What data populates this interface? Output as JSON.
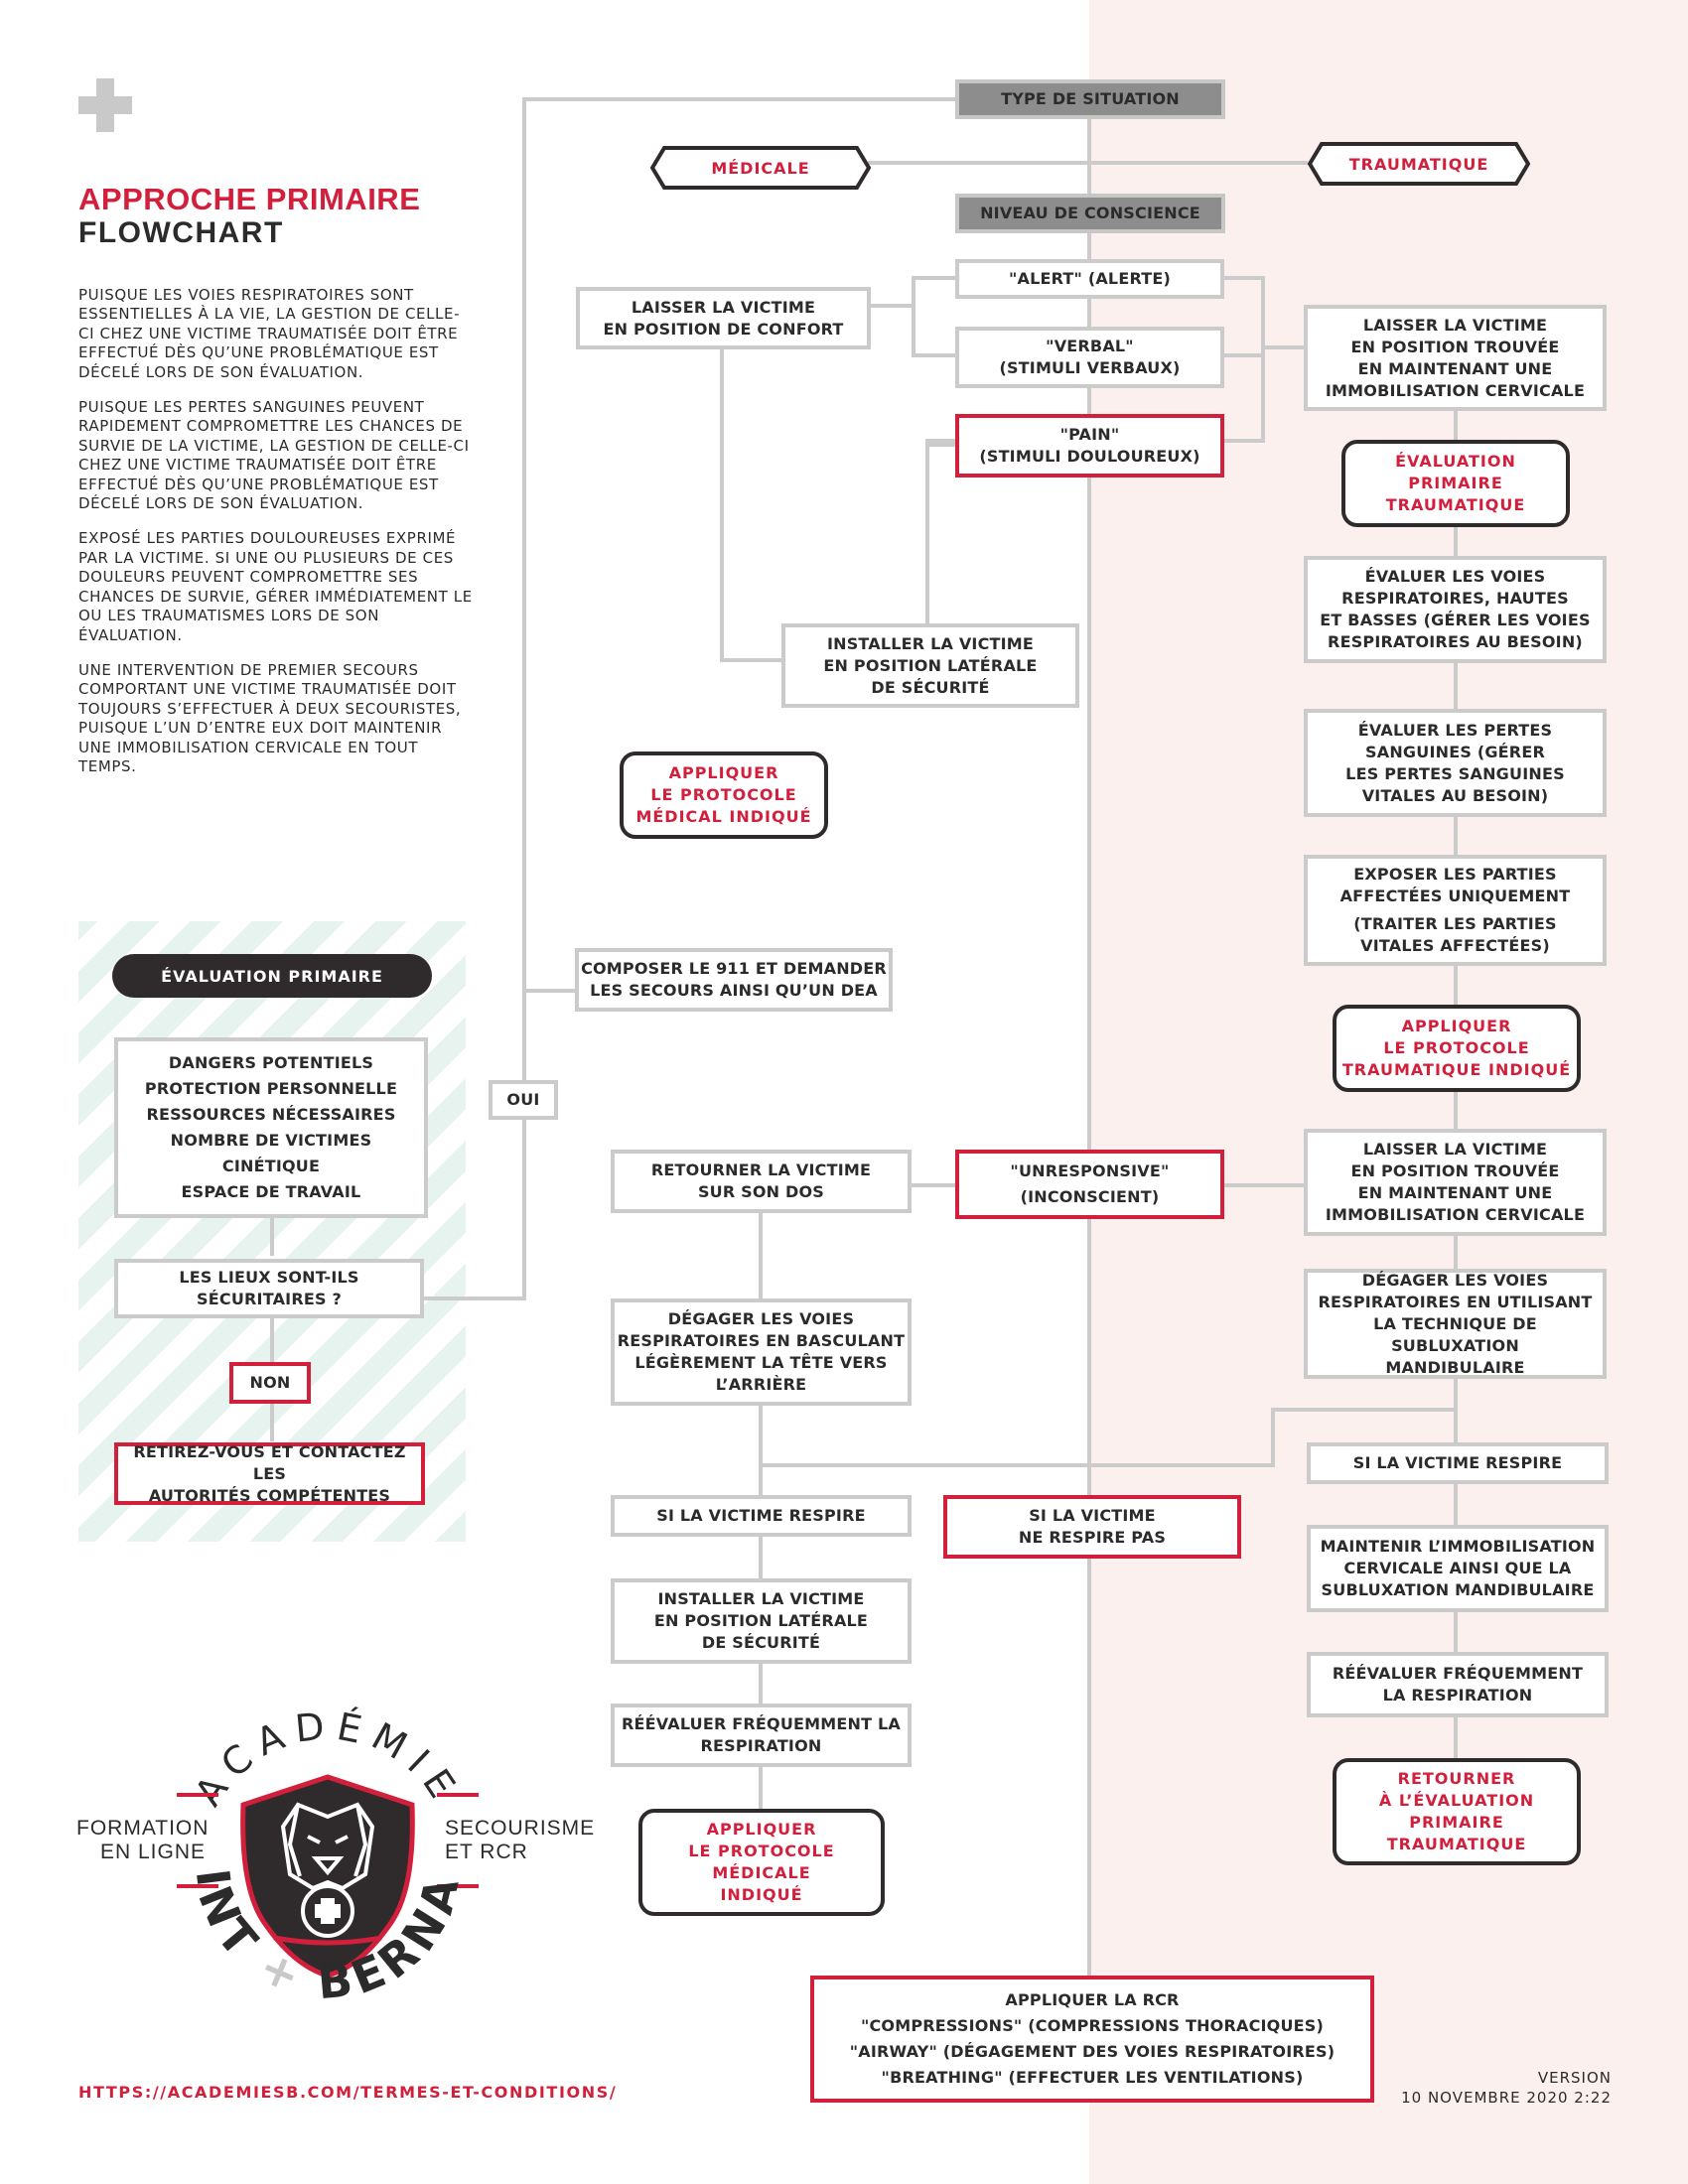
{
  "header": {
    "title_line1": "APPROCHE PRIMAIRE",
    "title_line2": "FLOWCHART"
  },
  "intro": {
    "paragraphs": [
      "PUISQUE LES VOIES RESPIRATOIRES SONT ESSENTIELLES À LA VIE, LA GESTION DE CELLE-CI CHEZ UNE VICTIME TRAUMATISÉE DOIT ÊTRE EFFECTUÉ DÈS QU’UNE PROBLÉMATIQUE EST DÉCELÉ LORS DE SON ÉVALUATION.",
      "PUISQUE LES PERTES SANGUINES PEUVENT RAPIDEMENT COMPROMETTRE LES CHANCES DE SURVIE DE LA VICTIME, LA GESTION DE CELLE-CI CHEZ UNE VICTIME TRAUMATISÉE DOIT ÊTRE EFFECTUÉ DÈS QU’UNE PROBLÉMATIQUE EST DÉCELÉ LORS DE SON ÉVALUATION.",
      "EXPOSÉ LES PARTIES DOULOUREUSES EXPRIMÉ PAR LA VICTIME. SI UNE OU PLUSIEURS DE CES DOULEURS PEUVENT COMPROMETTRE SES CHANCES DE SURVIE, GÉRER IMMÉDIATEMENT LE OU LES TRAUMATISMES LORS DE SON ÉVALUATION.",
      "UNE INTERVENTION DE PREMIER SECOURS COMPORTANT UNE VICTIME TRAUMATISÉE DOIT TOUJOURS S’EFFECTUER À DEUX SECOURISTES, PUISQUE L’UN D’ENTRE EUX DOIT MAINTENIR UNE IMMOBILISATION CERVICALE EN TOUT TEMPS."
    ]
  },
  "primary_eval": {
    "pill": "ÉVALUATION PRIMAIRE",
    "checklist": [
      "DANGERS POTENTIELS",
      "PROTECTION PERSONNELLE",
      "RESSOURCES NÉCESSAIRES",
      "NOMBRE DE VICTIMES",
      "CINÉTIQUE",
      "ESPACE DE TRAVAIL"
    ],
    "question": [
      "LES LIEUX SONT-ILS",
      "SÉCURITAIRES ?"
    ],
    "yes": "OUI",
    "no": "NON",
    "no_action": [
      "RETIREZ-VOUS ET CONTACTEZ LES",
      "AUTORITÉS COMPÉTENTES"
    ]
  },
  "top": {
    "situation": "TYPE DE SITUATION",
    "medical": "MÉDICALE",
    "trauma": "TRAUMATIQUE",
    "conscience": "NIVEAU DE CONSCIENCE",
    "alert": "\"ALERT\" (ALERTE)",
    "verbal": [
      "\"VERBAL\"",
      "(STIMULI VERBAUX)"
    ],
    "pain": [
      "\"PAIN\"",
      "(STIMULI DOULOUREUX)"
    ],
    "unresponsive": [
      "\"UNRESPONSIVE\"",
      "(INCONSCIENT)"
    ]
  },
  "medical_branch": {
    "comfort": [
      "LAISSER LA VICTIME",
      "EN POSITION DE CONFORT"
    ],
    "lateral": [
      "INSTALLER LA VICTIME",
      "EN POSITION LATÉRALE",
      "DE SÉCURITÉ"
    ],
    "protocol": [
      "APPLIQUER",
      "LE PROTOCOLE",
      "MÉDICAL INDIQUÉ"
    ],
    "call911": [
      "COMPOSER LE 911 ET DEMANDER",
      "LES SECOURS AINSI QU’UN DEA"
    ]
  },
  "unresp_medical": {
    "back": [
      "RETOURNER LA VICTIME",
      "SUR SON DOS"
    ],
    "airway": [
      "DÉGAGER LES VOIES",
      "RESPIRATOIRES EN BASCULANT",
      "LÉGÈREMENT LA TÊTE VERS",
      "L’ARRIÈRE"
    ],
    "breathes": "SI LA VICTIME RESPIRE",
    "not_breathing": [
      "SI LA VICTIME",
      "NE RESPIRE PAS"
    ],
    "lateral": [
      "INSTALLER LA VICTIME",
      "EN POSITION LATÉRALE",
      "DE SÉCURITÉ"
    ],
    "reeval": [
      "RÉÉVALUER FRÉQUEMMENT LA",
      "RESPIRATION"
    ],
    "protocol": [
      "APPLIQUER",
      "LE PROTOCOLE",
      "MÉDICALE",
      "INDIQUÉ"
    ]
  },
  "trauma_branch": {
    "found_position": [
      "LAISSER LA VICTIME",
      "EN POSITION TROUVÉE",
      "EN MAINTENANT UNE",
      "IMMOBILISATION CERVICALE"
    ],
    "eval_pill": [
      "ÉVALUATION",
      "PRIMAIRE",
      "TRAUMATIQUE"
    ],
    "airways": [
      "ÉVALUER LES VOIES",
      "RESPIRATOIRES, HAUTES",
      "ET BASSES (GÉRER LES VOIES",
      "RESPIRATOIRES AU BESOIN)"
    ],
    "bleeding": [
      "ÉVALUER LES PERTES",
      "SANGUINES (GÉRER",
      "LES PERTES SANGUINES",
      "VITALES AU BESOIN)"
    ],
    "expose": [
      "EXPOSER LES PARTIES",
      "AFFECTÉES UNIQUEMENT",
      "(TRAITER LES PARTIES",
      "VITALES AFFECTÉES)"
    ],
    "protocol": [
      "APPLIQUER",
      "LE PROTOCOLE",
      "TRAUMATIQUE INDIQUÉ"
    ]
  },
  "unresp_trauma": {
    "found_position": [
      "LAISSER LA VICTIME",
      "EN POSITION TROUVÉE",
      "EN MAINTENANT UNE",
      "IMMOBILISATION CERVICALE"
    ],
    "jaw": [
      "DÉGAGER LES VOIES",
      "RESPIRATOIRES EN UTILISANT",
      "LA TECHNIQUE DE SUBLUXATION",
      "MANDIBULAIRE"
    ],
    "breathes": "SI LA VICTIME RESPIRE",
    "maintain": [
      "MAINTENIR L’IMMOBILISATION",
      "CERVICALE AINSI QUE LA",
      "SUBLUXATION MANDIBULAIRE"
    ],
    "reeval": [
      "RÉÉVALUER FRÉQUEMMENT",
      "LA RESPIRATION"
    ],
    "return": [
      "RETOURNER",
      "À L’ÉVALUATION",
      "PRIMAIRE",
      "TRAUMATIQUE"
    ]
  },
  "cpr": [
    "APPLIQUER LA  RCR",
    "\"COMPRESSIONS\" (COMPRESSIONS THORACIQUES)",
    "\"AIRWAY\" (DÉGAGEMENT DES VOIES RESPIRATOIRES)",
    "\"BREATHING\" (EFFECTUER LES VENTILATIONS)"
  ],
  "logo": {
    "top_word": "ACADÉMIE",
    "left": [
      "FORMATION",
      "EN LIGNE"
    ],
    "right": [
      "SECOURISME",
      "ET RCR"
    ],
    "bottom_left": "SAINT",
    "bottom_right": "BERNARD"
  },
  "footer": {
    "url": "HTTPS://ACADEMIESB.COM/TERMES-ET-CONDITIONS/",
    "version_label": "VERSION",
    "version_date": "10 NOVEMBRE 2020 2:22"
  },
  "colors": {
    "accent_red": "#d21f3c",
    "dark": "#2f2a2b",
    "connector_gray": "#cbcbcb",
    "trauma_background": "#fcf0ef",
    "hatch_mint": "#e6f3ef"
  }
}
